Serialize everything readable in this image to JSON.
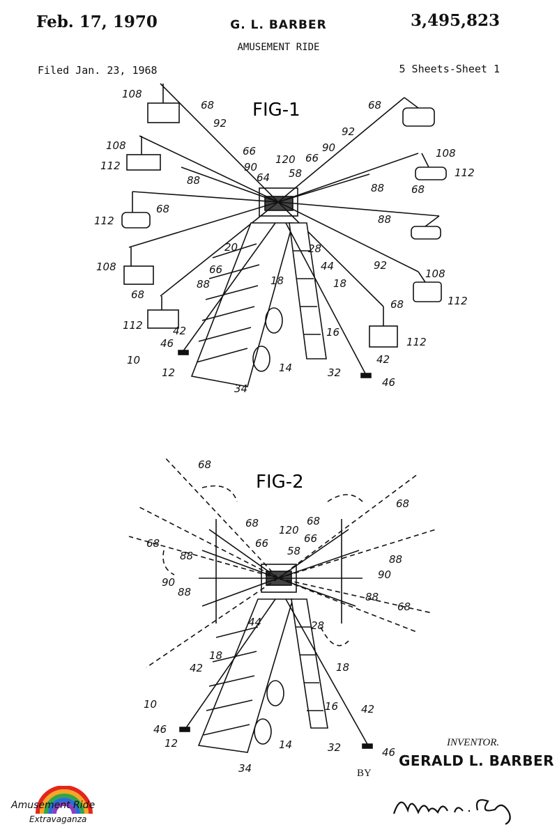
{
  "header": {
    "date": "Feb. 17, 1970",
    "inventor": "G. L. BARBER",
    "patent_number": "3,495,823",
    "title": "AMUSEMENT RIDE",
    "filed": "Filed Jan. 23, 1968",
    "sheets": "5 Sheets-Sheet 1"
  },
  "fig1": {
    "label": "FIG-1",
    "refs": [
      "108",
      "68",
      "92",
      "66",
      "90",
      "120",
      "58",
      "64",
      "88",
      "112",
      "20",
      "28",
      "44",
      "18",
      "16",
      "14",
      "12",
      "34",
      "32",
      "42",
      "46",
      "10"
    ]
  },
  "fig2": {
    "label": "FIG-2",
    "refs": [
      "68",
      "66",
      "120",
      "58",
      "88",
      "90",
      "44",
      "28",
      "18",
      "42",
      "16",
      "14",
      "12",
      "34",
      "32",
      "46",
      "10"
    ]
  },
  "signature": {
    "inventor_label": "INVENTOR.",
    "inventor_name": "GERALD L. BARBER",
    "by": "BY",
    "attorney_signature": "Melvin A. Crosby"
  },
  "logo": {
    "text_top": "Amusement Ride",
    "text_bottom": "Extravaganza"
  }
}
